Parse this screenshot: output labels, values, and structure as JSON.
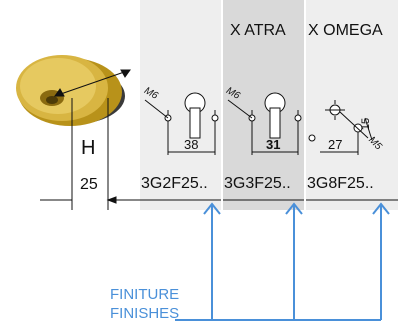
{
  "header": {
    "col2_title": "X ATRA",
    "col3_title": "X OMEGA"
  },
  "left": {
    "h_label": "H",
    "size_25": "25"
  },
  "columns": [
    {
      "code": "3G2F25..",
      "dim_bottom": "38",
      "thread": "M6"
    },
    {
      "code": "3G3F25..",
      "dim_bottom": "31",
      "thread": "M6"
    },
    {
      "code": "3G8F25..",
      "dim_bottom": "27",
      "dim_side": "15",
      "thread": "M5"
    }
  ],
  "footer": {
    "line1": "FINITURE",
    "line2": "FINISHES"
  },
  "colors": {
    "col1_bg": "#eeeeee",
    "col2_bg": "#d9d9d9",
    "col3_bg": "#eeeeee",
    "accent_blue": "#4a90d9",
    "brass": "#c9a227"
  }
}
